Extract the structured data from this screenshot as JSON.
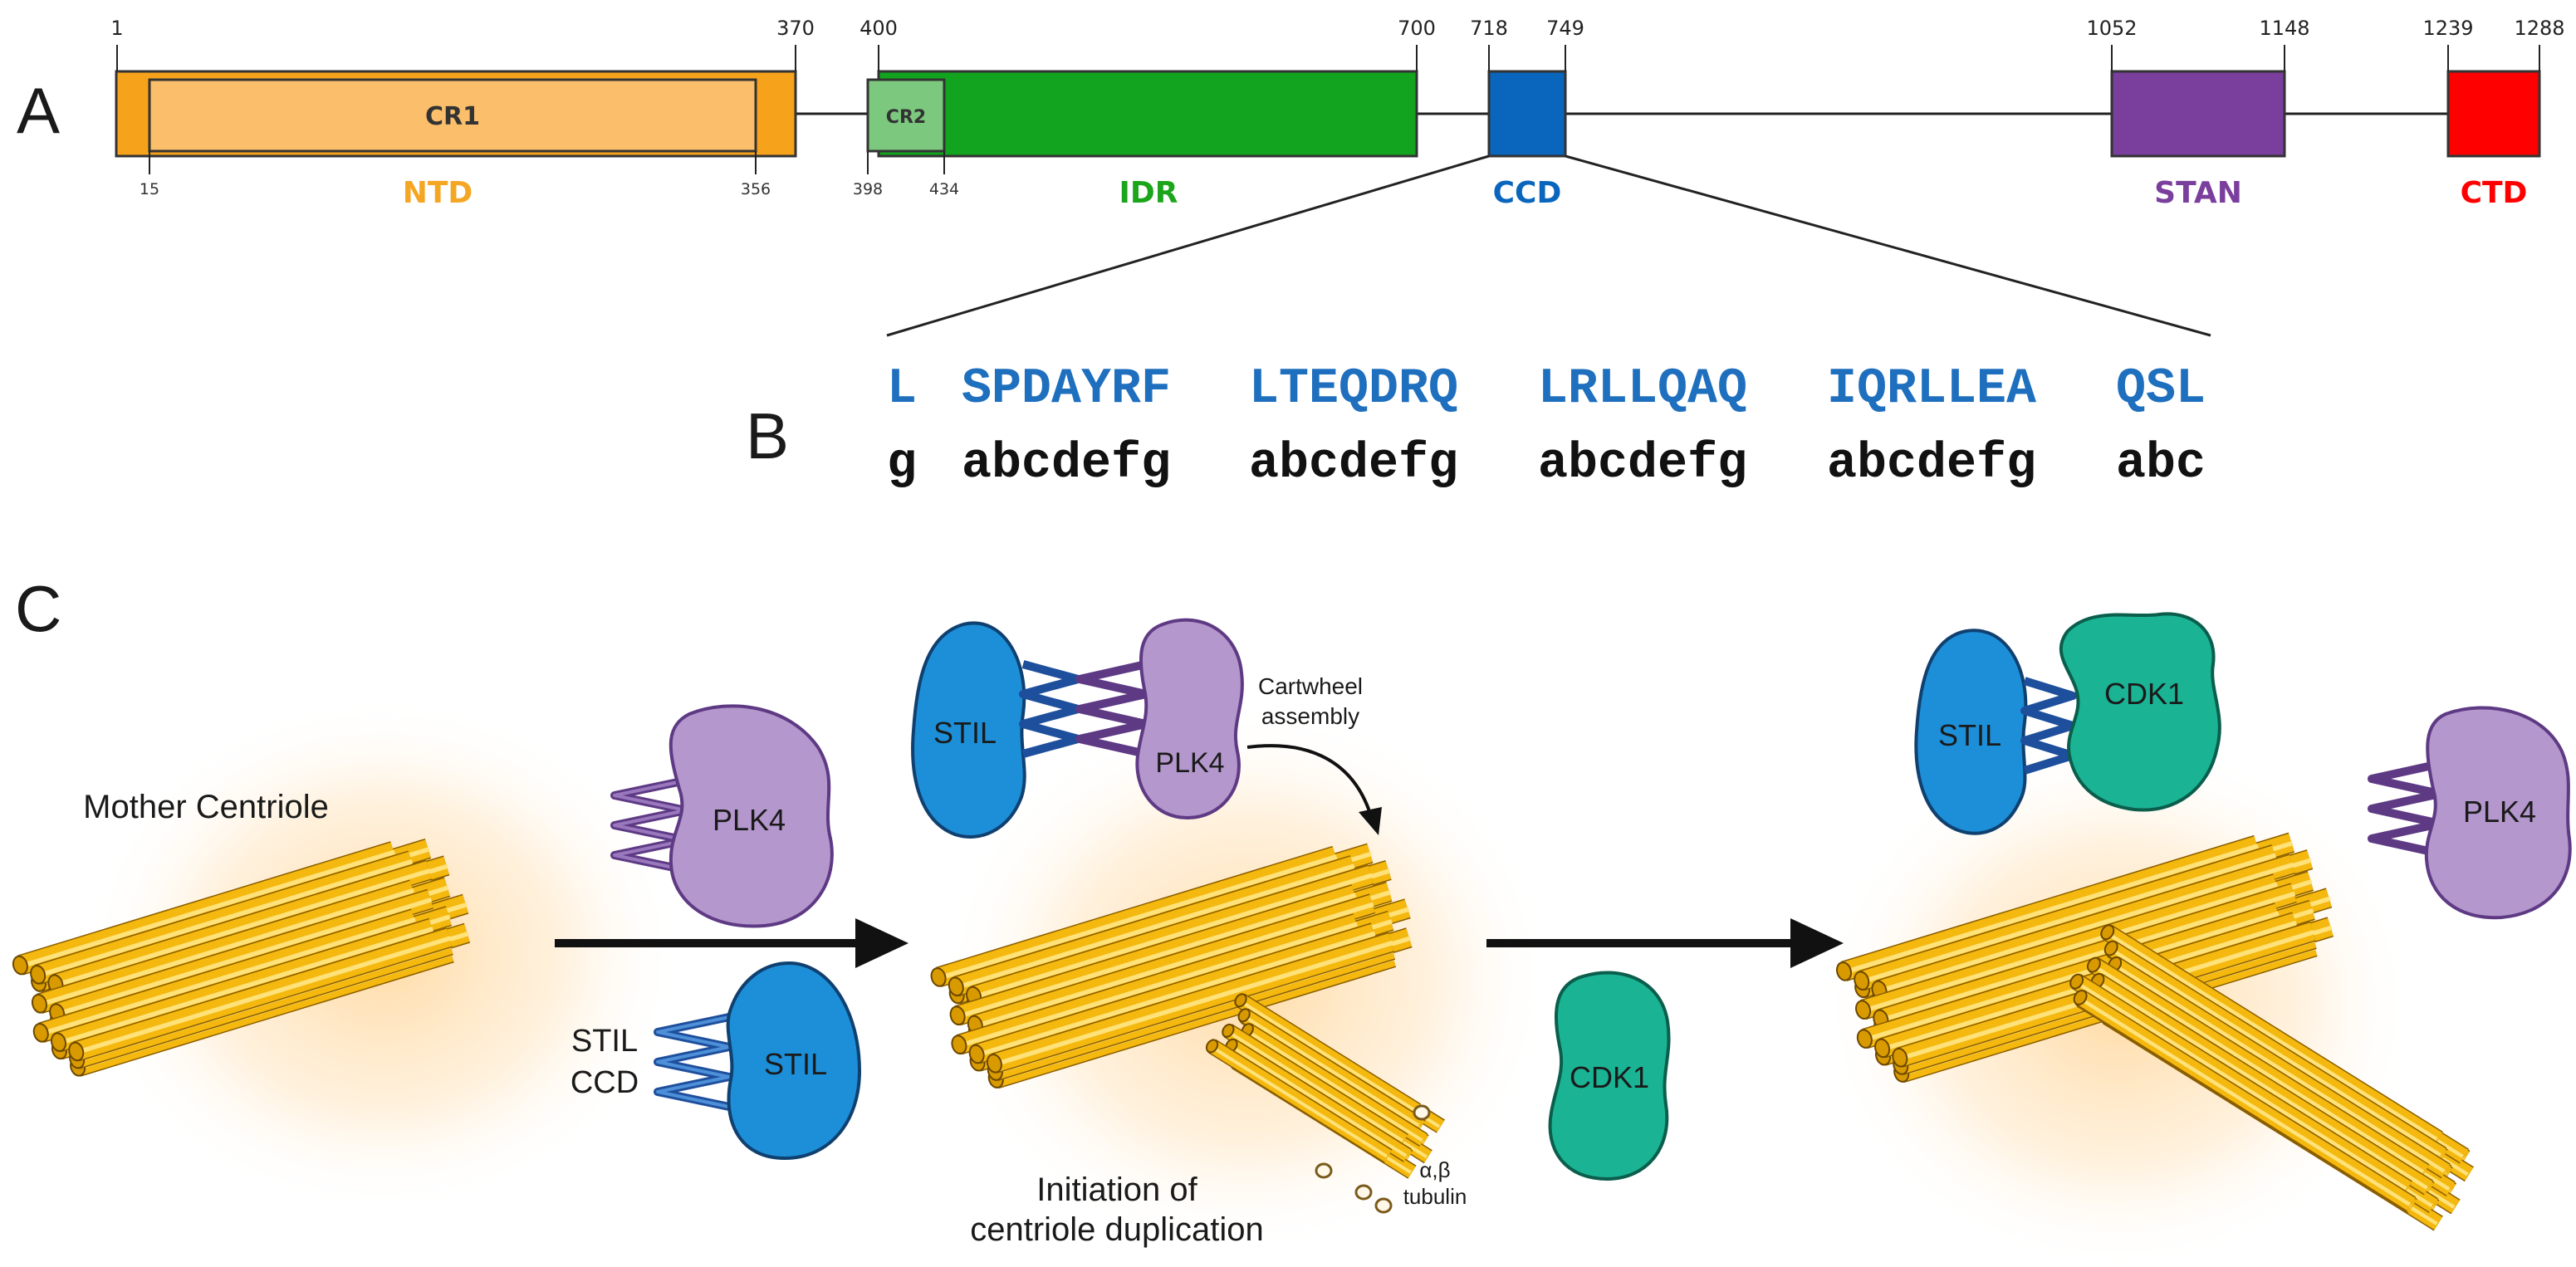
{
  "panels": {
    "a": "A",
    "b": "B",
    "c": "C"
  },
  "domain_map": {
    "positions_top": [
      "1",
      "370",
      "400",
      "700",
      "718",
      "749",
      "1052",
      "1148",
      "1239",
      "1288"
    ],
    "positions_bottom": [
      "15",
      "356",
      "398",
      "434"
    ],
    "domains": [
      {
        "label": "NTD",
        "color": "#F5A623"
      },
      {
        "label": "IDR",
        "color": "#1BA51B"
      },
      {
        "label": "CCD",
        "color": "#0A66BD"
      },
      {
        "label": "STAN",
        "color": "#7A3E9D"
      },
      {
        "label": "CTD",
        "color": "#FF0000"
      }
    ],
    "subregions": [
      {
        "label": "CR1"
      },
      {
        "label": "CR2"
      }
    ]
  },
  "sequence": {
    "residues": [
      "L",
      "SPDAYRF",
      "LTEQDRQ",
      "LRLLQAQ",
      "IQRLLEA",
      "QSL"
    ],
    "heptads": [
      "g",
      "abcdefg",
      "abcdefg",
      "abcdefg",
      "abcdefg",
      "abc"
    ],
    "residue_color": "#1F6FBF"
  },
  "scheme": {
    "mother_centriole": "Mother Centriole",
    "proteins": {
      "plk4": "PLK4",
      "stil": "STIL",
      "cdk1": "CDK1"
    },
    "stil_ccd_line1": "STIL",
    "stil_ccd_line2": "CCD",
    "cartwheel_line1": "Cartwheel",
    "cartwheel_line2": "assembly",
    "initiation_line1": "Initiation of",
    "initiation_line2": "centriole duplication",
    "tubulin_line1": "α,β",
    "tubulin_line2": "tubulin",
    "colors": {
      "plk4": "#B497CC",
      "stil": "#1C8FD8",
      "cdk1": "#1AB394",
      "tube": "#F4B80E"
    }
  }
}
